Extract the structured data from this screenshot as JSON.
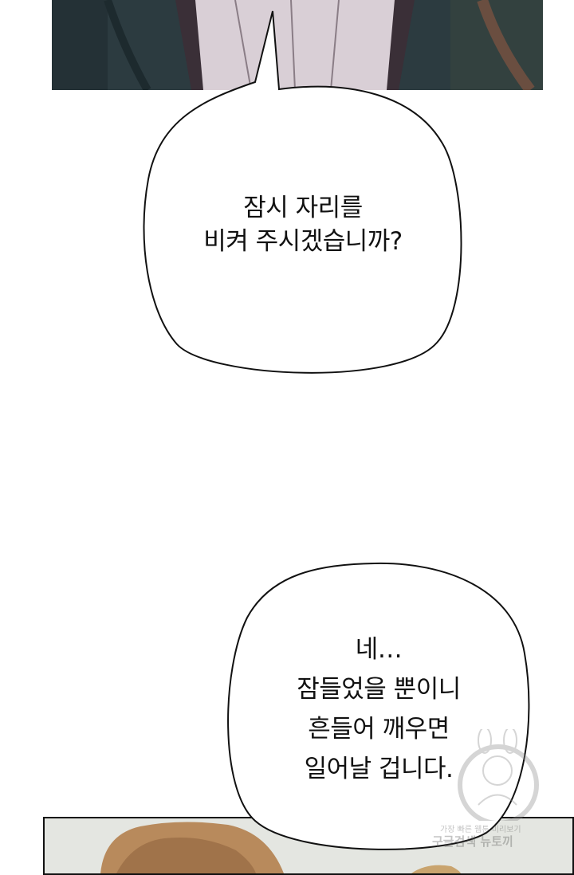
{
  "dialog_1": {
    "lines": [
      "잠시 자리를",
      "비켜 주시겠습니까?"
    ]
  },
  "dialog_2": {
    "lines": [
      "네…",
      "잠들었을 뿐이니",
      "흔들어 깨우면",
      "일어날 겁니다."
    ]
  },
  "watermark": {
    "line1": "가장 빠른 웹툰 미리보기",
    "line2": "구글검색 뉴토끼"
  },
  "colors": {
    "top_panel": "#2b3a3f",
    "bottom_panel": "#dfe2dd",
    "bubble_fill": "#ffffff",
    "outline": "#111111"
  }
}
